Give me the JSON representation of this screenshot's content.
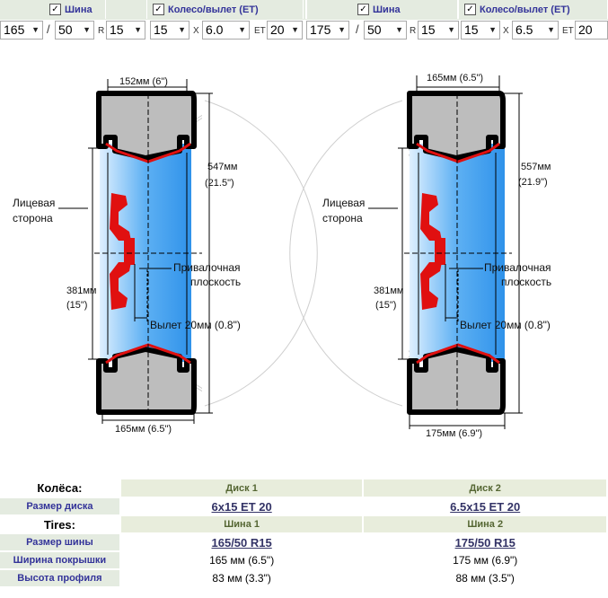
{
  "header": {
    "left": {
      "tire_label": "Шина",
      "wheel_label": "Колесо/вылет (ET)"
    },
    "right": {
      "tire_label": "Шина",
      "wheel_label": "Колесо/вылет (ET)"
    },
    "checkbox_mark": "✓"
  },
  "selectors": {
    "left": {
      "width": "165",
      "profile": "50",
      "r_label": "R",
      "radius": "15",
      "rim_d": "15",
      "x_label": "X",
      "rim_w": "6.0",
      "et_label": "ET",
      "et": "20",
      "slash": "/"
    },
    "right": {
      "width": "175",
      "profile": "50",
      "r_label": "R",
      "radius": "15",
      "rim_d": "15",
      "x_label": "X",
      "rim_w": "6.5",
      "et_label": "ET",
      "et": "20",
      "slash": "/"
    }
  },
  "diagram": {
    "left": {
      "rim_width": "152мм (6\")",
      "tire_width": "165мм (6.5\")",
      "outer_d_top": "547мм",
      "outer_d_bottom": "(21.5\")",
      "rim_d_top": "381мм",
      "rim_d_bottom": "(15\")",
      "face_1": "Лицевая",
      "face_2": "сторона",
      "mount_1": "Привалочная",
      "mount_2": "плоскость",
      "offset": "Вылет 20мм (0.8\")"
    },
    "right": {
      "rim_width": "165мм (6.5\")",
      "tire_width": "175мм (6.9\")",
      "outer_d_top": "557мм",
      "outer_d_bottom": "(21.9\")",
      "rim_d_top": "381мм",
      "rim_d_bottom": "(15\")",
      "face_1": "Лицевая",
      "face_2": "сторона",
      "mount_1": "Привалочная",
      "mount_2": "плоскость",
      "offset": "Вылет 20мм (0.8\")"
    }
  },
  "table": {
    "wheels_label": "Колёса:",
    "disk1": "Диск 1",
    "disk2": "Диск 2",
    "disk_size_label": "Размер диска",
    "disk_size_1": "6x15 ET 20",
    "disk_size_2": "6.5x15 ET 20",
    "tires_label": "Tires:",
    "tire1": "Шина 1",
    "tire2": "Шина 2",
    "tire_size_label": "Размер шины",
    "tire_size_1": "165/50 R15",
    "tire_size_2": "175/50 R15",
    "tread_label": "Ширина покрышки",
    "tread_1": "165 мм (6.5\")",
    "tread_2": "175 мм (6.9\")",
    "profile_label": "Высота профиля",
    "profile_1": "83 мм (3.3\")",
    "profile_2": "88 мм (3.5\")"
  },
  "colors": {
    "rim_blue": "#4aa3ef",
    "rim_red": "#e01010",
    "tire_gray": "#bdbdbd",
    "header_bg": "#e4ebe0",
    "header_text": "#333399"
  }
}
